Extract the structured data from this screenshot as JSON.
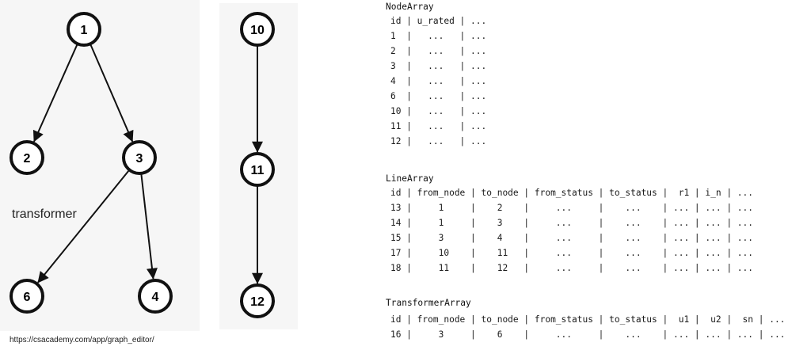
{
  "graph": {
    "nodes": [
      {
        "id": "1",
        "label": "1"
      },
      {
        "id": "2",
        "label": "2"
      },
      {
        "id": "3",
        "label": "3"
      },
      {
        "id": "6",
        "label": "6"
      },
      {
        "id": "4",
        "label": "4"
      },
      {
        "id": "10",
        "label": "10"
      },
      {
        "id": "11",
        "label": "11"
      },
      {
        "id": "12",
        "label": "12"
      }
    ],
    "edges": [
      {
        "from": "1",
        "to": "2"
      },
      {
        "from": "1",
        "to": "3"
      },
      {
        "from": "3",
        "to": "6"
      },
      {
        "from": "3",
        "to": "4"
      },
      {
        "from": "10",
        "to": "11"
      },
      {
        "from": "11",
        "to": "12"
      }
    ],
    "annotation": "transformer",
    "source": "https://csacademy.com/app/graph_editor/"
  },
  "tables": {
    "node_array": {
      "title": "NodeArray",
      "lines": [
        "id | u_rated | ...",
        "1  |   ...   | ...",
        "2  |   ...   | ...",
        "3  |   ...   | ...",
        "4  |   ...   | ...",
        "6  |   ...   | ...",
        "10 |   ...   | ...",
        "11 |   ...   | ...",
        "12 |   ...   | ..."
      ]
    },
    "line_array": {
      "title": "LineArray",
      "lines": [
        "id | from_node | to_node | from_status | to_status |  r1 | i_n | ...",
        "13 |     1     |    2    |     ...     |    ...    | ... | ... | ...",
        "14 |     1     |    3    |     ...     |    ...    | ... | ... | ...",
        "15 |     3     |    4    |     ...     |    ...    | ... | ... | ...",
        "17 |     10    |    11   |     ...     |    ...    | ... | ... | ...",
        "18 |     11    |    12   |     ...     |    ...    | ... | ... | ..."
      ]
    },
    "transformer_array": {
      "title": "TransformerArray",
      "lines": [
        "id | from_node | to_node | from_status | to_status |  u1 |  u2 |  sn | ...",
        "16 |     3     |    6    |     ...     |    ...    | ... | ... | ... | ..."
      ]
    }
  }
}
